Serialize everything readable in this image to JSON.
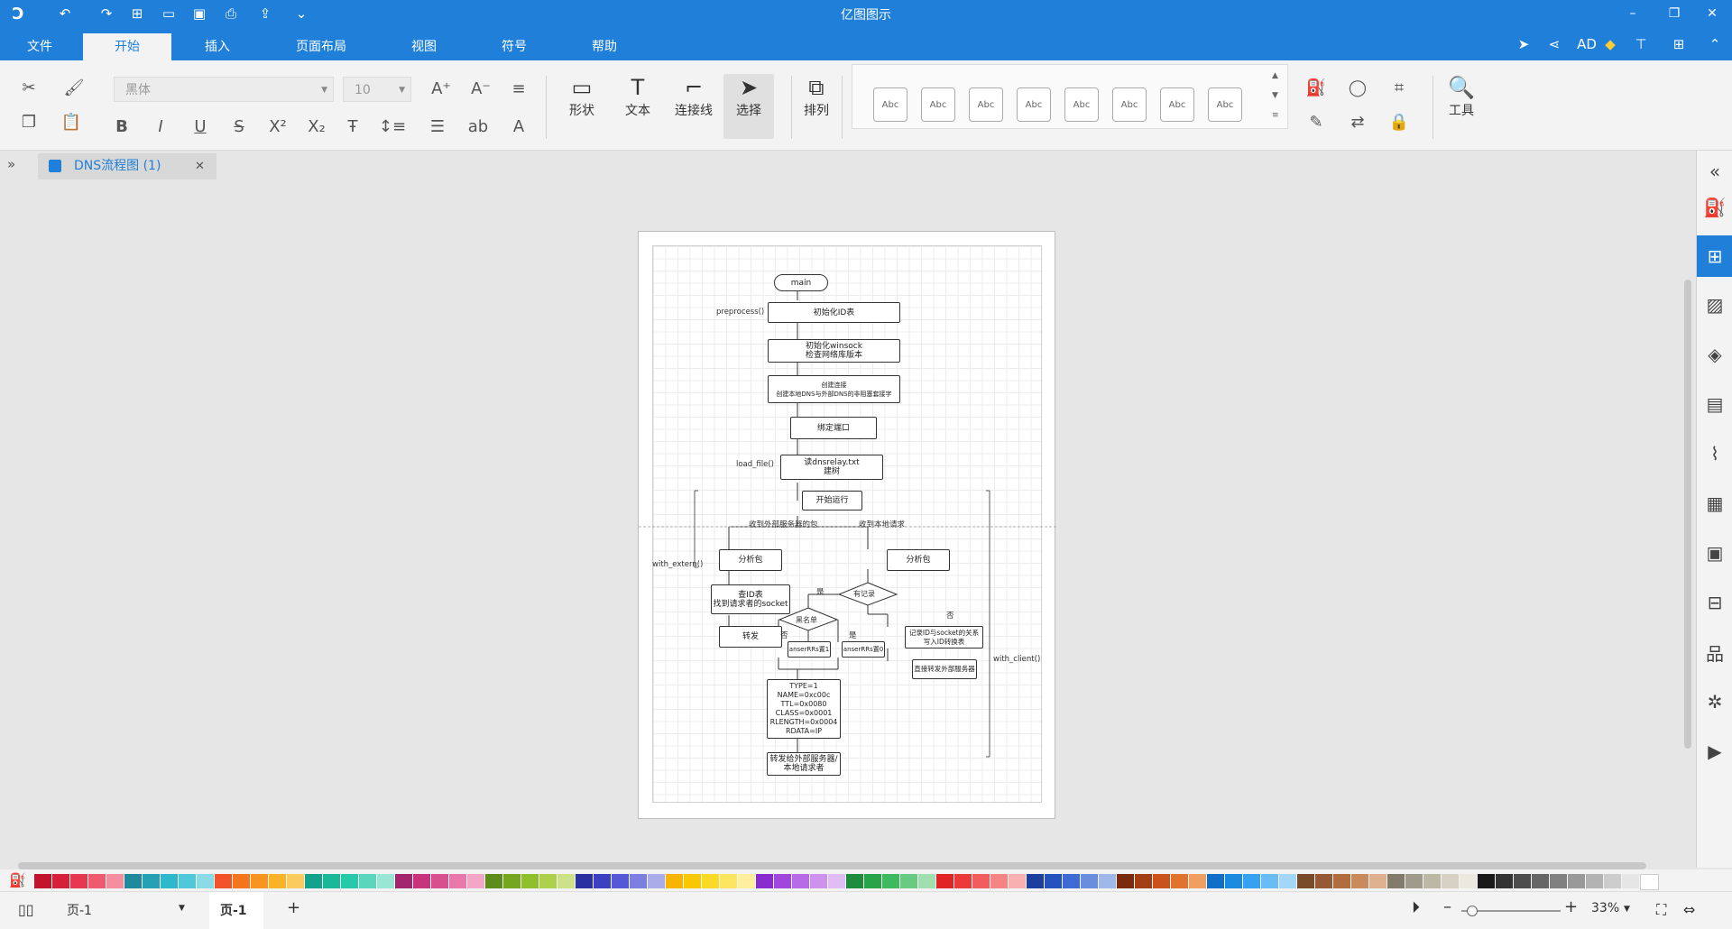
{
  "app": {
    "title": "亿图图示"
  },
  "menu": {
    "tabs": [
      "文件",
      "开始",
      "插入",
      "页面布局",
      "视图",
      "符号",
      "帮助"
    ],
    "active": "开始",
    "user": "AD"
  },
  "ribbon": {
    "font_name": "黑体",
    "font_size": "10",
    "tools": {
      "shape": "形状",
      "text": "文本",
      "connector": "连接线",
      "select": "选择",
      "arrange": "排列",
      "tools": "工具"
    },
    "style_label": "Abc"
  },
  "tabs": [
    {
      "label": "DNS流程图 (1)"
    }
  ],
  "diagram": {
    "nodes": {
      "main": "main",
      "init_id": "初始化ID表",
      "init_winsock_1": "初始化winsock",
      "init_winsock_2": "检查网络库版本",
      "create_socket_1": "创建连接",
      "create_socket_2": "创建本地DNS与外部DNS的非阻塞套接字",
      "bind_port": "绑定端口",
      "read_file_1": "读dnsrelay.txt",
      "read_file_2": "建树",
      "start": "开始运行",
      "analyze_left": "分析包",
      "lookup_1": "查ID表",
      "lookup_2": "找到请求者的socket",
      "forward": "转发",
      "analyze_right": "分析包",
      "has_record": "有记录",
      "blacklist": "黑名单",
      "answer_1": "anserRRs置1",
      "answer_0": "anserRRs置0",
      "record_id": "记录ID与socket的关系",
      "record_id_2": "写入ID转换表",
      "send_external": "直接转发外部服务器",
      "rr_1": "TYPE=1",
      "rr_2": "NAME=0xc00c",
      "rr_3": "TTL=0x0080",
      "rr_4": "CLASS=0x0001",
      "rr_5": "RLENGTH=0x0004",
      "rr_6": "RDATA=IP",
      "final_1": "转发给外部服务器/",
      "final_2": "本地请求者"
    },
    "labels": {
      "preprocess": "preprocess()",
      "load_file": "load_file()",
      "with_extern": "with_extern()",
      "with_client": "with_client()",
      "recv_external": "收到外部服务器的包",
      "recv_local": "收到本地请求",
      "yes": "是",
      "no": "否"
    }
  },
  "status": {
    "page_select": "页-1",
    "page_tab": "页-1",
    "zoom": "33%"
  },
  "palette": [
    "#c3142d",
    "#d6203a",
    "#e63950",
    "#ef5a6f",
    "#f58fa0",
    "#1e8a9c",
    "#26a0b5",
    "#2db8cc",
    "#4fc8d9",
    "#8adbe6",
    "#f2532b",
    "#f5751f",
    "#f89520",
    "#fab327",
    "#fccb5d",
    "#13a38c",
    "#18b898",
    "#27c9ab",
    "#5bd6bd",
    "#9ae6d4",
    "#a3246f",
    "#c8347c",
    "#d9508f",
    "#e878aa",
    "#f3a6c6",
    "#5c8d1a",
    "#74a61f",
    "#8fbf2b",
    "#aed14d",
    "#cce18a",
    "#2a2fa1",
    "#3b3fc1",
    "#5458d6",
    "#7c7fe0",
    "#a9abeb",
    "#f7b400",
    "#f9c800",
    "#fbd927",
    "#fde560",
    "#feef9e",
    "#8a2bcf",
    "#a247dd",
    "#b86be6",
    "#cc92ed",
    "#e0bdf4",
    "#1d8c3d",
    "#28a349",
    "#3dba5e",
    "#69cb82",
    "#a2deb0",
    "#e02424",
    "#ec3a3a",
    "#f25c5c",
    "#f58585",
    "#f9b0b0",
    "#1c3f9e",
    "#2451bd",
    "#3e6ad3",
    "#6a8ede",
    "#a0b7ea",
    "#7a2b0b",
    "#a33d12",
    "#c9531b",
    "#e0742e",
    "#f09f62",
    "#0f6fc6",
    "#1a89e0",
    "#36a2ef",
    "#69bcf4",
    "#a3d6f8",
    "#7a4b2a",
    "#955a33",
    "#b06c3d",
    "#c98a5c",
    "#deb08f",
    "#827b6b",
    "#a09a8a",
    "#bdb7a6",
    "#d6d1c2",
    "#ebe8df",
    "#1a1a1a",
    "#333333",
    "#4d4d4d",
    "#666666",
    "#808080",
    "#999999",
    "#b3b3b3",
    "#cccccc",
    "#e6e6e6",
    "#ffffff"
  ]
}
